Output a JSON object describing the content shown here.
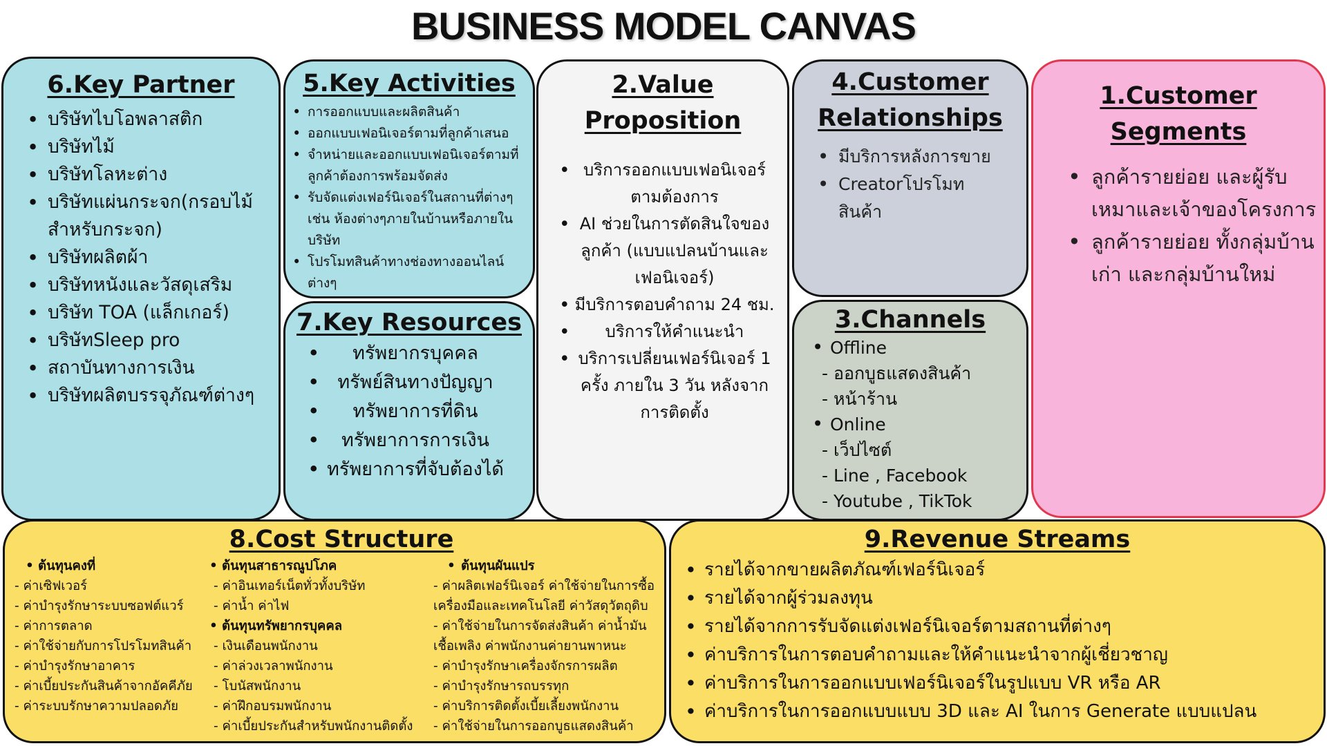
{
  "title": "BUSINESS MODEL CANVAS",
  "key_partner": {
    "heading": "6.Key Partner",
    "items": [
      "บริษัทไบโอพลาสติก",
      "บริษัทไม้",
      "บริษัทโลหะต่าง",
      "บริษัทแผ่นกระจก(กรอบไม้สำหรับกระจก)",
      "บริษัทผลิตผ้า",
      "บริษัทหนังและวัสดุเสริม",
      "บริษัท TOA (แล็กเกอร์)",
      "บริษัทSleep pro",
      "สถาบันทางการเงิน",
      "บริษัทผลิตบรรจุภัณฑ์ต่างๆ"
    ]
  },
  "key_activities": {
    "heading": "5.Key Activities",
    "items": [
      "การออกแบบและผลิตสินค้า",
      "ออกแบบเฟอนิเจอร์ตามที่ลูกค้าเสนอ",
      "จำหน่ายและออกแบบเฟอนิเจอร์ตามที่ลูกค้าต้องการพร้อมจัดส่ง",
      "รับจัดแต่งเฟอร์นิเจอร์ในสถานที่ต่างๆ เช่น ห้องต่างๆภายในบ้านหรือภายในบริษัท",
      "โปรโมทสินค้าทางช่องทางออนไลน์ต่างๆ"
    ]
  },
  "key_resources": {
    "heading": "7.Key Resources",
    "items": [
      "ทรัพยากรบุคคล",
      "ทรัพย์สินทางปัญญา",
      "ทรัพยาการที่ดิน",
      "ทรัพยาการการเงิน",
      "ทรัพยาการที่จับต้องได้"
    ]
  },
  "value_proposition": {
    "heading_line1": "2.Value",
    "heading_line2": "Proposition",
    "items": [
      "บริการออกแบบเฟอนิเจอร์ตามต้องการ",
      "AI ช่วยในการตัดสินใจของลูกค้า (แบบแปลนบ้านและเฟอนิเจอร์)",
      "มีบริการตอบคำถาม 24 ชม.",
      "บริการให้คำแนะนำ",
      "บริการเปลี่ยนเฟอร์นิเจอร์ 1 ครั้ง ภายใน 3 วัน หลังจากการติดตั้ง"
    ]
  },
  "customer_relationships": {
    "heading_line1": "4.Customer",
    "heading_line2": "Relationships",
    "items": [
      "มีบริการหลังการขาย",
      "Creatorโปรโมทสินค้า"
    ]
  },
  "channels": {
    "heading": "3.Channels",
    "offline": "Offline",
    "offline_items": [
      "- ออกบูธแสดงสินค้า",
      "- หน้าร้าน"
    ],
    "online": "Online",
    "online_items": [
      "- เว็ปไซต์",
      "- Line , Facebook",
      "- Youtube , TikTok"
    ]
  },
  "customer_segments": {
    "heading_line1": "1.Customer",
    "heading_line2": "Segments",
    "items": [
      "ลูกค้ารายย่อย และผู้รับเหมาและเจ้าของโครงการ",
      "ลูกค้ารายย่อย ทั้งกลุ่มบ้านเก่า และกลุ่มบ้านใหม่"
    ]
  },
  "cost_structure": {
    "heading": "8.Cost Structure",
    "fixed": {
      "heading": "ต้นทุนคงที่",
      "items": [
        "- ค่าเซิฟเวอร์",
        "- ค่าบำรุงรักษาระบบซอฟต์แวร์",
        "- ค่าการตลาด",
        "- ค่าใช้จ่ายกับการโปรโมทสินค้า",
        "- ค่าบำรุงรักษาอาคาร",
        "- ค่าเบี้ยประกันสินค้าจากอัคคีภัย",
        "- ค่าระบบรักษาความปลอดภัย"
      ]
    },
    "utilities": {
      "heading": "ต้นทุนสาธารณูปโภค",
      "items": [
        "- ค่าอินเทอร์เน็ตทั่วทั้งบริษัท",
        "- ค่าน้ำ ค่าไฟ"
      ]
    },
    "human": {
      "heading": "ต้นทุนทรัพยากรบุคคล",
      "items": [
        "- เงินเดือนพนักงาน",
        "- ค่าล่วงเวลาพนักงาน",
        "- โบนัสพนักงาน",
        "- ค่าฝึกอบรมพนักงาน",
        "- ค่าเบี้ยประกันสำหรับพนักงานติดตั้ง"
      ]
    },
    "variable": {
      "heading": "ต้นทุนผันแปร",
      "items": [
        "- ค่าผลิตเฟอร์นิเจอร์ ค่าใช้จ่ายในการซื้อ",
        "เครื่องมือและเทคโนโลยี ค่าวัสดุวัตถุดิบ",
        "- ค่าใช้จ่ายในการจัดส่งสินค้า ค่าน้ำมัน",
        "เชื้อเพลิง ค่าพนักงานค่ายานพาหนะ",
        "- ค่าบำรุงรักษาเครื่องจักรการผลิต",
        "- ค่าบำรุงรักษารถบรรทุก",
        "- ค่าบริการติดตั้งเบี้ยเลี้ยงพนักงาน",
        "- ค่าใช้จ่ายในการออกบูธแสดงสินค้า"
      ]
    }
  },
  "revenue_streams": {
    "heading": "9.Revenue Streams",
    "items": [
      "รายได้จากขายผลิตภัณฑ์เฟอร์นิเจอร์",
      "รายได้จากผู้ร่วมลงทุน",
      "รายได้จากการรับจัดแต่งเฟอร์นิเจอร์ตามสถานที่ต่างๆ",
      "ค่าบริการในการตอบคำถามและให้คำแนะนำจากผู้เชี่ยวชาญ",
      "ค่าบริการในการออกแบบเฟอร์นิเจอร์ในรูปแบบ VR หรือ AR",
      "ค่าบริการในการออกแบบแบบ 3D และ AI ในการ Generate แบบแปลน"
    ]
  }
}
